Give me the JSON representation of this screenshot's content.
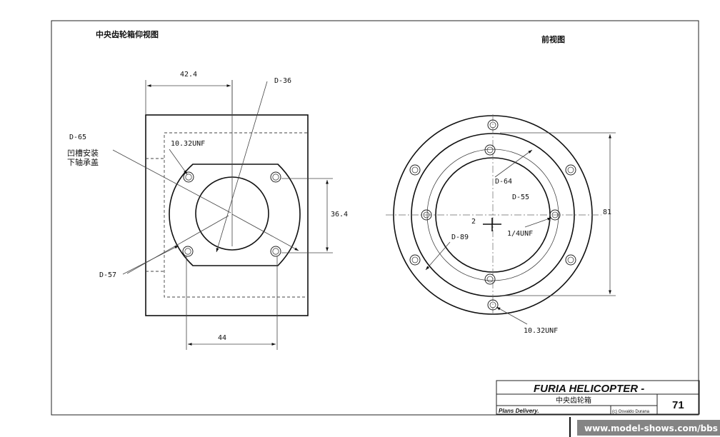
{
  "views": {
    "bottom_view_title": "中央齿轮箱仰视图",
    "front_view_title": "前视图"
  },
  "left_view": {
    "dim_width_top": "42.4",
    "dim_bore_dia": "D-36",
    "dim_groove_dia": "D-65",
    "groove_note_line1": "凹槽安装",
    "groove_note_line2": "下轴承盖",
    "hole_thread": "10.32UNF",
    "dim_height": "36.4",
    "dim_flange_dia": "D-57",
    "dim_width_bottom": "44"
  },
  "right_view": {
    "dim_inner_circle": "D-64",
    "dim_bore": "D-55",
    "dim_center_offset": "2",
    "dim_outer_circle": "D-89",
    "dim_hole_thread": "1/4UNF",
    "dim_overall_height": "81",
    "dim_bottom_thread": "10.32UNF"
  },
  "title_block": {
    "project_title": "FURIA HELICOPTER -",
    "part_name": "中央齿轮箱",
    "company": "Plans Delivery.",
    "designer": "(c) Osvaldo Durana",
    "sheet_number": "71"
  },
  "watermark": {
    "url": "www.model-shows.com/bbs"
  }
}
